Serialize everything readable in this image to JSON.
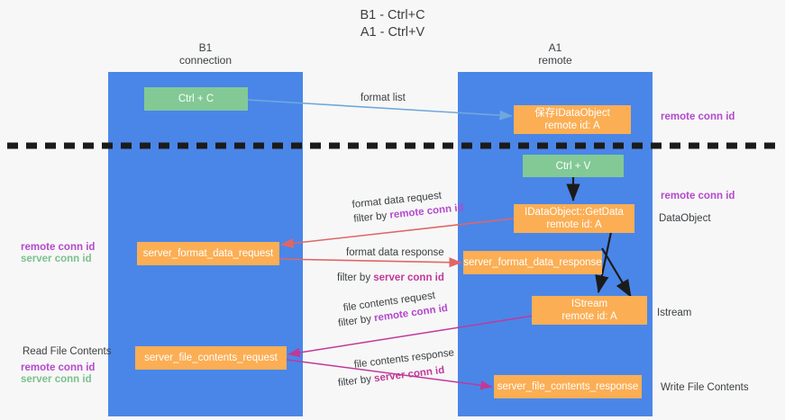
{
  "title": "B1 - Ctrl+C\nA1 - Ctrl+V",
  "lanes": [
    {
      "name": "b1-connection",
      "title": "B1\nconnection"
    },
    {
      "name": "a1-remote",
      "title": "A1\nremote"
    }
  ],
  "nodes": {
    "ctrl_c": "Ctrl + C",
    "ctrl_v": "Ctrl + V",
    "idataobject_save_line1": "保存IDataObject",
    "idataobject_save_line2": "remote id: A",
    "idataobject_getdata_line1": "IDataObject::GetData",
    "idataobject_getdata_line2": "remote id: A",
    "istream_line1": "IStream",
    "istream_line2": "remote id: A",
    "server_format_data_request": "server_format_data_request",
    "server_format_data_response": "server_format_data_response",
    "server_file_contents_request": "server_file_contents_request",
    "server_file_contents_response": "server_file_contents_response"
  },
  "edge_labels": {
    "format_list": "format list",
    "format_data_request": "format data request",
    "format_data_request_filter_prefix": "filter by ",
    "format_data_request_filter_key": "remote conn id",
    "format_data_response": "format data response",
    "format_data_response_filter_prefix": "filter by ",
    "format_data_response_filter_key": "server conn id",
    "file_contents_request": "file contents request",
    "file_contents_request_filter_prefix": "filter by ",
    "file_contents_request_filter_key": "remote conn id",
    "file_contents_response": "file contents response",
    "file_contents_response_filter_prefix": "filter by ",
    "file_contents_response_filter_key": "server conn id"
  },
  "annotations": {
    "right_remote_conn_id_top": "remote conn id",
    "right_remote_conn_id_mid": "remote conn id",
    "right_dataobject": "DataObject",
    "right_istream": "Istream",
    "right_write_file_contents": "Write File Contents",
    "left_remote_conn_id_mid": "remote conn id",
    "left_server_conn_id_mid": "server conn id",
    "left_read_file_contents": "Read File Contents",
    "left_remote_conn_id_bottom": "remote conn id",
    "left_server_conn_id_bottom": "server conn id"
  },
  "colors": {
    "lane": "#4a86e8",
    "green_box": "#82c995",
    "orange_box": "#fbae54",
    "remote_conn_id": "#b449cc",
    "server_conn_id": "#7cc08d",
    "arrow_blue": "#6fa8dc",
    "arrow_red": "#e06666",
    "arrow_magenta": "#c0399a",
    "arrow_black": "#1b1b1b",
    "divider": "#1b1b1b",
    "background": "#f7f7f7"
  }
}
